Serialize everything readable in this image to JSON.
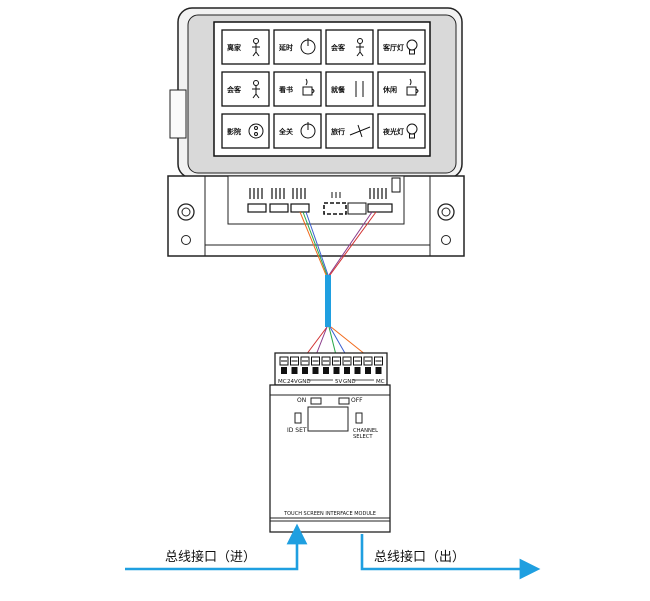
{
  "panel": {
    "buttons": [
      {
        "label": "离家",
        "icon": "person-leaving-icon"
      },
      {
        "label": "延时",
        "icon": "timer-icon"
      },
      {
        "label": "会客",
        "icon": "meeting-icon"
      },
      {
        "label": "客厅灯",
        "icon": "light-bulb-icon"
      },
      {
        "label": "会客",
        "icon": "meeting-icon"
      },
      {
        "label": "看书",
        "icon": "coffee-icon"
      },
      {
        "label": "就餐",
        "icon": "fork-knife-icon"
      },
      {
        "label": "休闲",
        "icon": "cup-icon"
      },
      {
        "label": "影院",
        "icon": "film-reel-icon"
      },
      {
        "label": "全关",
        "icon": "power-icon"
      },
      {
        "label": "旅行",
        "icon": "airplane-icon"
      },
      {
        "label": "夜光灯",
        "icon": "night-light-icon"
      }
    ]
  },
  "module": {
    "terminal_labels": [
      "MC",
      "24V",
      "GND",
      "5V",
      "GND",
      "MC"
    ],
    "on_label": "ON",
    "off_label": "OFF",
    "id_set_label": "ID SET",
    "channel_select_label": "CHANNEL SELECT",
    "title": "TOUCH SCREEN INTERFACE MODULE"
  },
  "bus": {
    "in_label": "总线接口（进）",
    "out_label": "总线接口（出）",
    "arrow_color": "#1f9fe0"
  }
}
